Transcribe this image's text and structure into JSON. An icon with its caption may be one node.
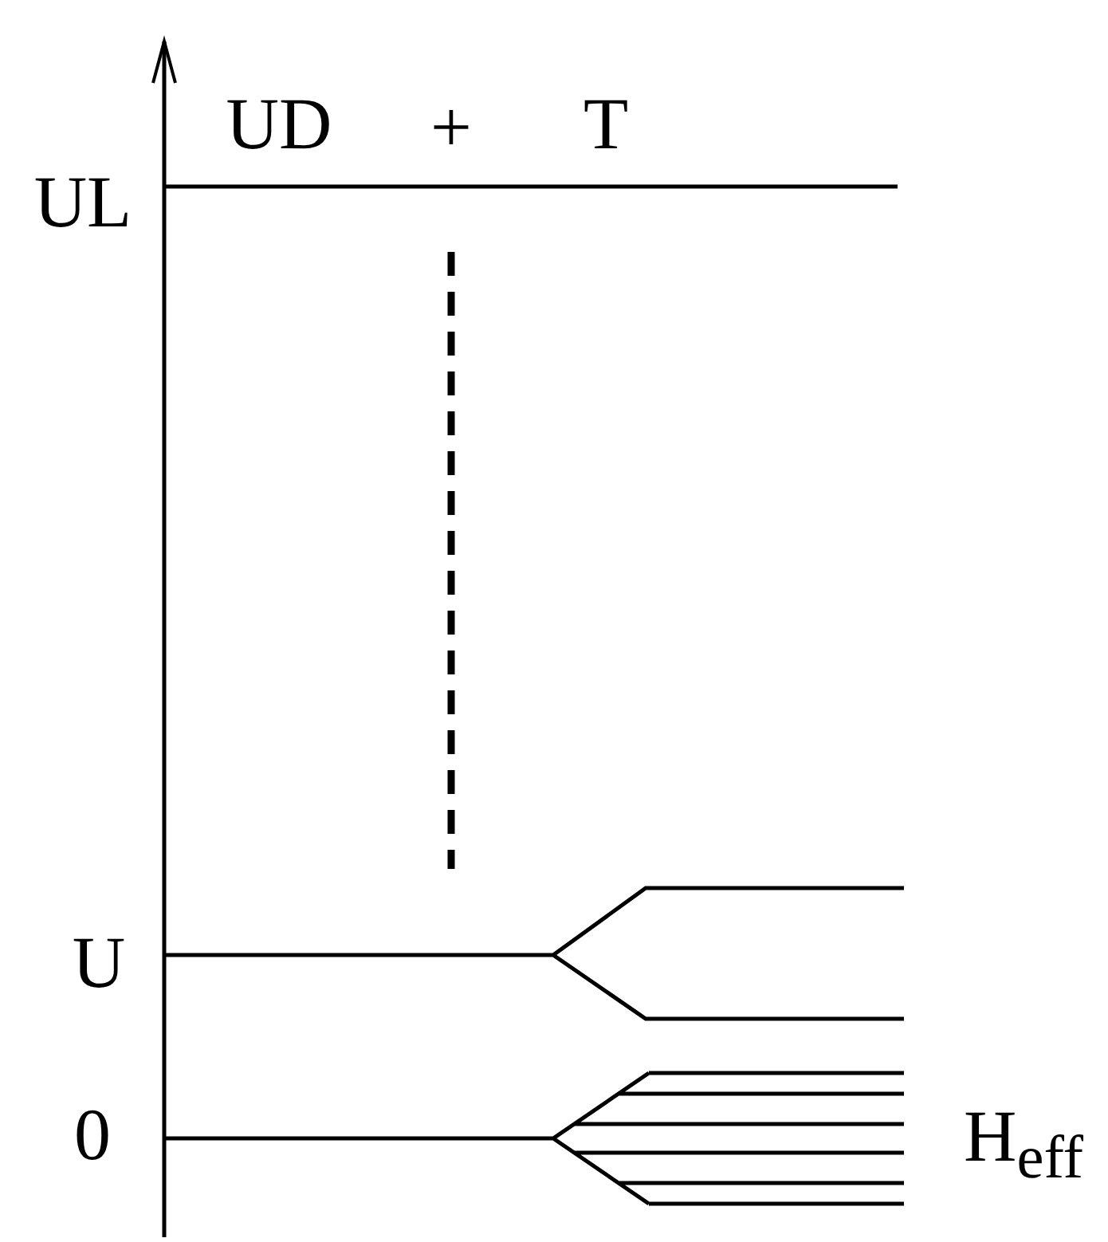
{
  "diagram": {
    "labels": [
      "UD",
      "+",
      "T",
      "UL",
      "U",
      "0",
      "H$_{eff}$"
    ]
  }
}
